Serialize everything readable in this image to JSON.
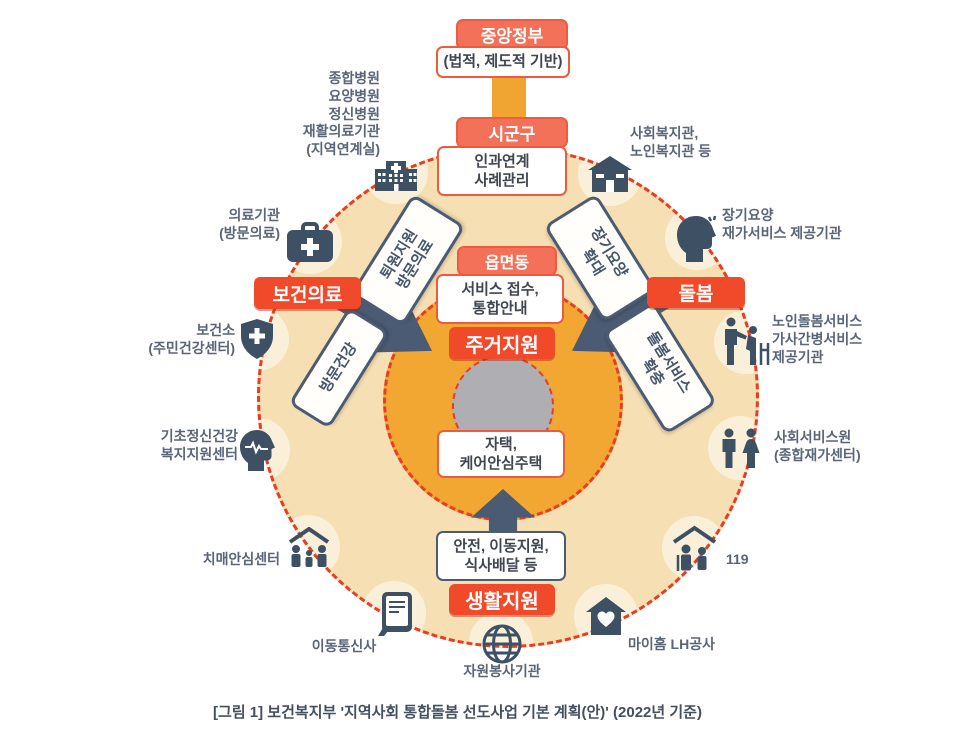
{
  "colors": {
    "salmon_box": "#F37059",
    "red_box": "#F04A2B",
    "dash_red": "#E93D23",
    "tan_circle": "#F6DFB3",
    "orange_circle": "#F2A733",
    "gray_circle": "#AFAEB2",
    "slate": "#4A5B73",
    "label_text": "#5A6577"
  },
  "hierarchy": {
    "central_gov": "중앙정부",
    "legal_basis": "(법적, 제도적 기반)",
    "sigungu": "시군구",
    "sigungu_role": "인과연계\n사례관리",
    "eupmyeondong": "읍면동",
    "eup_role": "서비스 접수,\n통합안내",
    "housing": "주거지원",
    "home": "자택,\n케어안심주택",
    "living_services": "안전, 이동지원,\n식사배달 등",
    "living": "생활지원",
    "health": "보건의료",
    "care": "돌봄"
  },
  "flows": {
    "discharge": "퇴원지원\n방문의료",
    "visit_health": "방문건강",
    "longterm": "장기요양\n확대",
    "care_expand": "돌봄서비스\n확충"
  },
  "periphery": [
    {
      "icon": "hospital-icon",
      "text": "종합병원\n요양병원\n정신병원\n재활의료기관\n(지역연계실)"
    },
    {
      "icon": "welfare-center-icon",
      "text": "사회복지관,\n노인복지관 등"
    },
    {
      "icon": "medical-bag-icon",
      "text": "의료기관\n(방문의료)"
    },
    {
      "icon": "longterm-care-icon",
      "text": "장기요양\n재가서비스 제공기관"
    },
    {
      "icon": "health-shield-icon",
      "text": "보건소\n(주민건강센터)"
    },
    {
      "icon": "elder-care-icon",
      "text": "노인돌봄서비스\n가사간병서비스\n제공기관"
    },
    {
      "icon": "mental-health-icon",
      "text": "기초정신건강\n복지지원센터"
    },
    {
      "icon": "social-service-icon",
      "text": "사회서비스원\n(종합재가센터)"
    },
    {
      "icon": "dementia-center-icon",
      "text": "치매안심센터"
    },
    {
      "icon": "emergency-icon",
      "text": "119"
    },
    {
      "icon": "mobile-carrier-icon",
      "text": "이동통신사"
    },
    {
      "icon": "myhome-icon",
      "text": "마이홈 LH공사"
    },
    {
      "icon": "volunteer-icon",
      "text": "자원봉사기관"
    }
  ],
  "caption": "[그림 1] 보건복지부 '지역사회 통합돌봄 선도사업 기본 계획(안)' (2022년 기준)"
}
